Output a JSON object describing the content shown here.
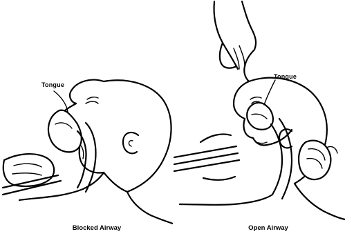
{
  "figures": [
    {
      "id": "blocked",
      "tongue_label": "Tongue",
      "caption": "Blocked Airway"
    },
    {
      "id": "open",
      "tongue_label": "Tongue",
      "caption": "Open Airway"
    }
  ],
  "colors": {
    "ink": "#000000",
    "paper": "#ffffff"
  }
}
